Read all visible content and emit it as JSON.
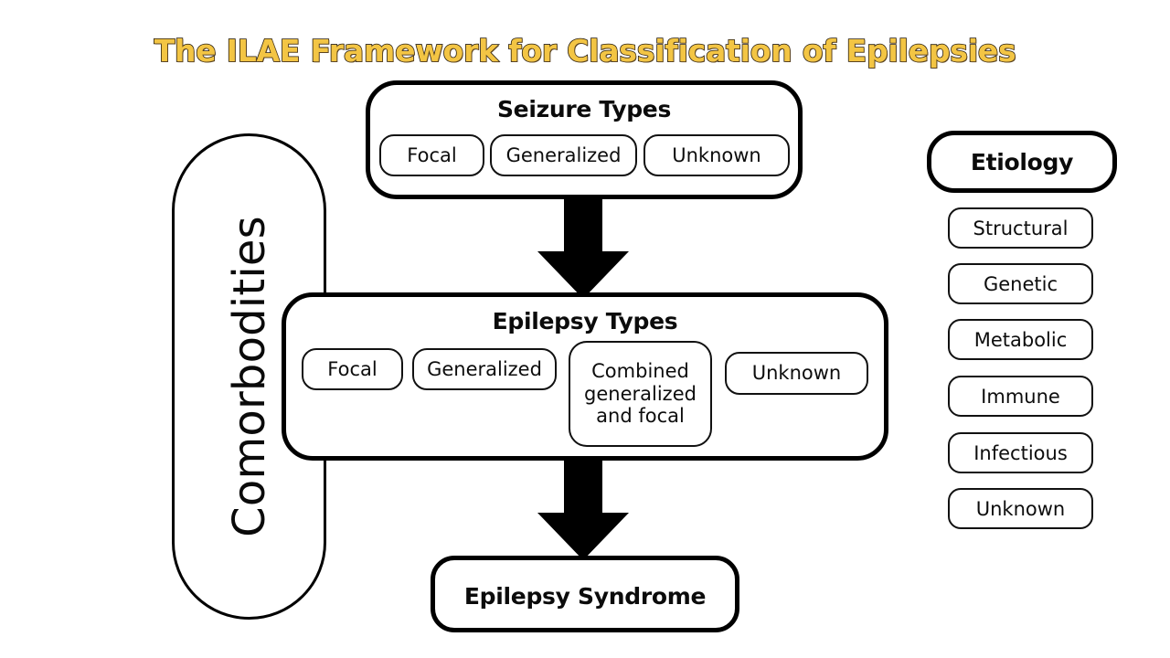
{
  "title": "The ILAE Framework for Classification of Epilepsies",
  "colors": {
    "title_fill": "#F3C544",
    "title_outline": "#231a10",
    "stroke": "#000000",
    "background": "#ffffff"
  },
  "comorbidities": {
    "label": "Comorbodities"
  },
  "seizure_types": {
    "heading": "Seizure Types",
    "chips": [
      {
        "label": "Focal"
      },
      {
        "label": "Generalized"
      },
      {
        "label": "Unknown"
      }
    ]
  },
  "epilepsy_types": {
    "heading": "Epilepsy Types",
    "chips": [
      {
        "label": "Focal"
      },
      {
        "label": "Generalized"
      },
      {
        "label": "Combined generalized and focal"
      },
      {
        "label": "Unknown"
      }
    ]
  },
  "epilepsy_syndrome": {
    "heading": "Epilepsy Syndrome"
  },
  "etiology": {
    "heading": "Etiology",
    "items": [
      {
        "label": "Structural"
      },
      {
        "label": "Genetic"
      },
      {
        "label": "Metabolic"
      },
      {
        "label": "Immune"
      },
      {
        "label": "Infectious"
      },
      {
        "label": "Unknown"
      }
    ]
  },
  "arrows": [
    {
      "name": "seizure-to-epilepsy-arrow"
    },
    {
      "name": "epilepsy-to-syndrome-arrow"
    }
  ]
}
